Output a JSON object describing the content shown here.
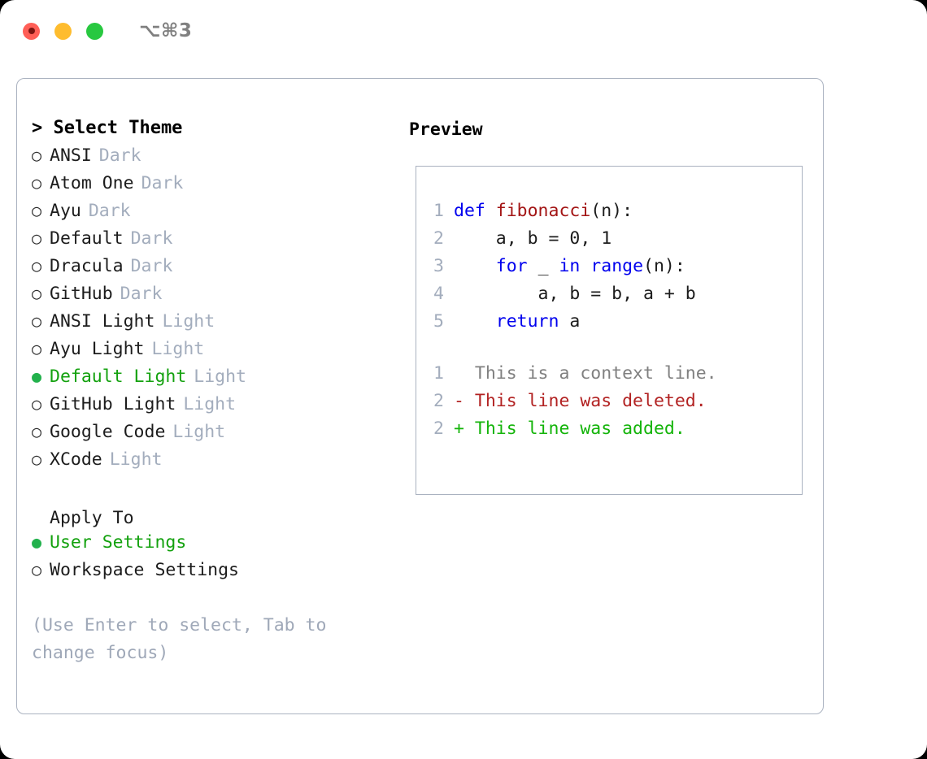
{
  "titlebar": {
    "shortcut": "⌥⌘3",
    "buttons": [
      "close",
      "minimize",
      "maximize"
    ]
  },
  "theme_picker": {
    "prompt": "> Select Theme",
    "items": [
      {
        "label": "ANSI",
        "tag": "Dark",
        "selected": false,
        "bullet": "○"
      },
      {
        "label": "Atom One",
        "tag": "Dark",
        "selected": false,
        "bullet": "○"
      },
      {
        "label": "Ayu",
        "tag": "Dark",
        "selected": false,
        "bullet": "○"
      },
      {
        "label": "Default",
        "tag": "Dark",
        "selected": false,
        "bullet": "○"
      },
      {
        "label": "Dracula",
        "tag": "Dark",
        "selected": false,
        "bullet": "○"
      },
      {
        "label": "GitHub",
        "tag": "Dark",
        "selected": false,
        "bullet": "○"
      },
      {
        "label": "ANSI Light",
        "tag": "Light",
        "selected": false,
        "bullet": "○"
      },
      {
        "label": "Ayu Light",
        "tag": "Light",
        "selected": false,
        "bullet": "○"
      },
      {
        "label": "Default Light",
        "tag": "Light",
        "selected": true,
        "bullet": "●"
      },
      {
        "label": "GitHub Light",
        "tag": "Light",
        "selected": false,
        "bullet": "○"
      },
      {
        "label": "Google Code",
        "tag": "Light",
        "selected": false,
        "bullet": "○"
      },
      {
        "label": "XCode",
        "tag": "Light",
        "selected": false,
        "bullet": "○"
      }
    ]
  },
  "apply_to": {
    "heading": "Apply To",
    "options": [
      {
        "label": "User Settings",
        "selected": true,
        "bullet": "●"
      },
      {
        "label": "Workspace Settings",
        "selected": false,
        "bullet": "○"
      }
    ]
  },
  "hint": "(Use Enter to select, Tab to change focus)",
  "preview": {
    "title": "Preview",
    "code_lines": [
      {
        "number": "1",
        "tokens": [
          {
            "text": "def ",
            "style": "kw"
          },
          {
            "text": "fibonacci",
            "style": "fn"
          },
          {
            "text": "(n):",
            "style": "pl"
          }
        ]
      },
      {
        "number": "2",
        "tokens": [
          {
            "text": "    a, b = 0, 1",
            "style": "pl"
          }
        ]
      },
      {
        "number": "3",
        "tokens": [
          {
            "text": "    ",
            "style": "pl"
          },
          {
            "text": "for",
            "style": "kw"
          },
          {
            "text": " _ ",
            "style": "pl"
          },
          {
            "text": "in range",
            "style": "kw"
          },
          {
            "text": "(n):",
            "style": "pl"
          }
        ]
      },
      {
        "number": "4",
        "tokens": [
          {
            "text": "        a, b = b, a + b",
            "style": "pl"
          }
        ]
      },
      {
        "number": "5",
        "tokens": [
          {
            "text": "    ",
            "style": "pl"
          },
          {
            "text": "return",
            "style": "kw"
          },
          {
            "text": " a",
            "style": "pl"
          }
        ]
      }
    ],
    "diff_lines": [
      {
        "number": "1",
        "marker": " ",
        "text": " This is a context line.",
        "style": "ctx"
      },
      {
        "number": "2",
        "marker": "-",
        "text": " This line was deleted.",
        "style": "del"
      },
      {
        "number": "2",
        "marker": "+",
        "text": " This line was added.",
        "style": "add"
      }
    ]
  },
  "colors": {
    "accent_green": "#13a10e",
    "muted": "#a3adbd",
    "keyword_blue": "#0000ee",
    "function_red": "#a31515",
    "diff_delete": "#b22222",
    "diff_add": "#14b40a",
    "border": "#aab2c0",
    "traffic_red": "#ff5f57",
    "traffic_yellow": "#febc2e",
    "traffic_green": "#28c840"
  }
}
